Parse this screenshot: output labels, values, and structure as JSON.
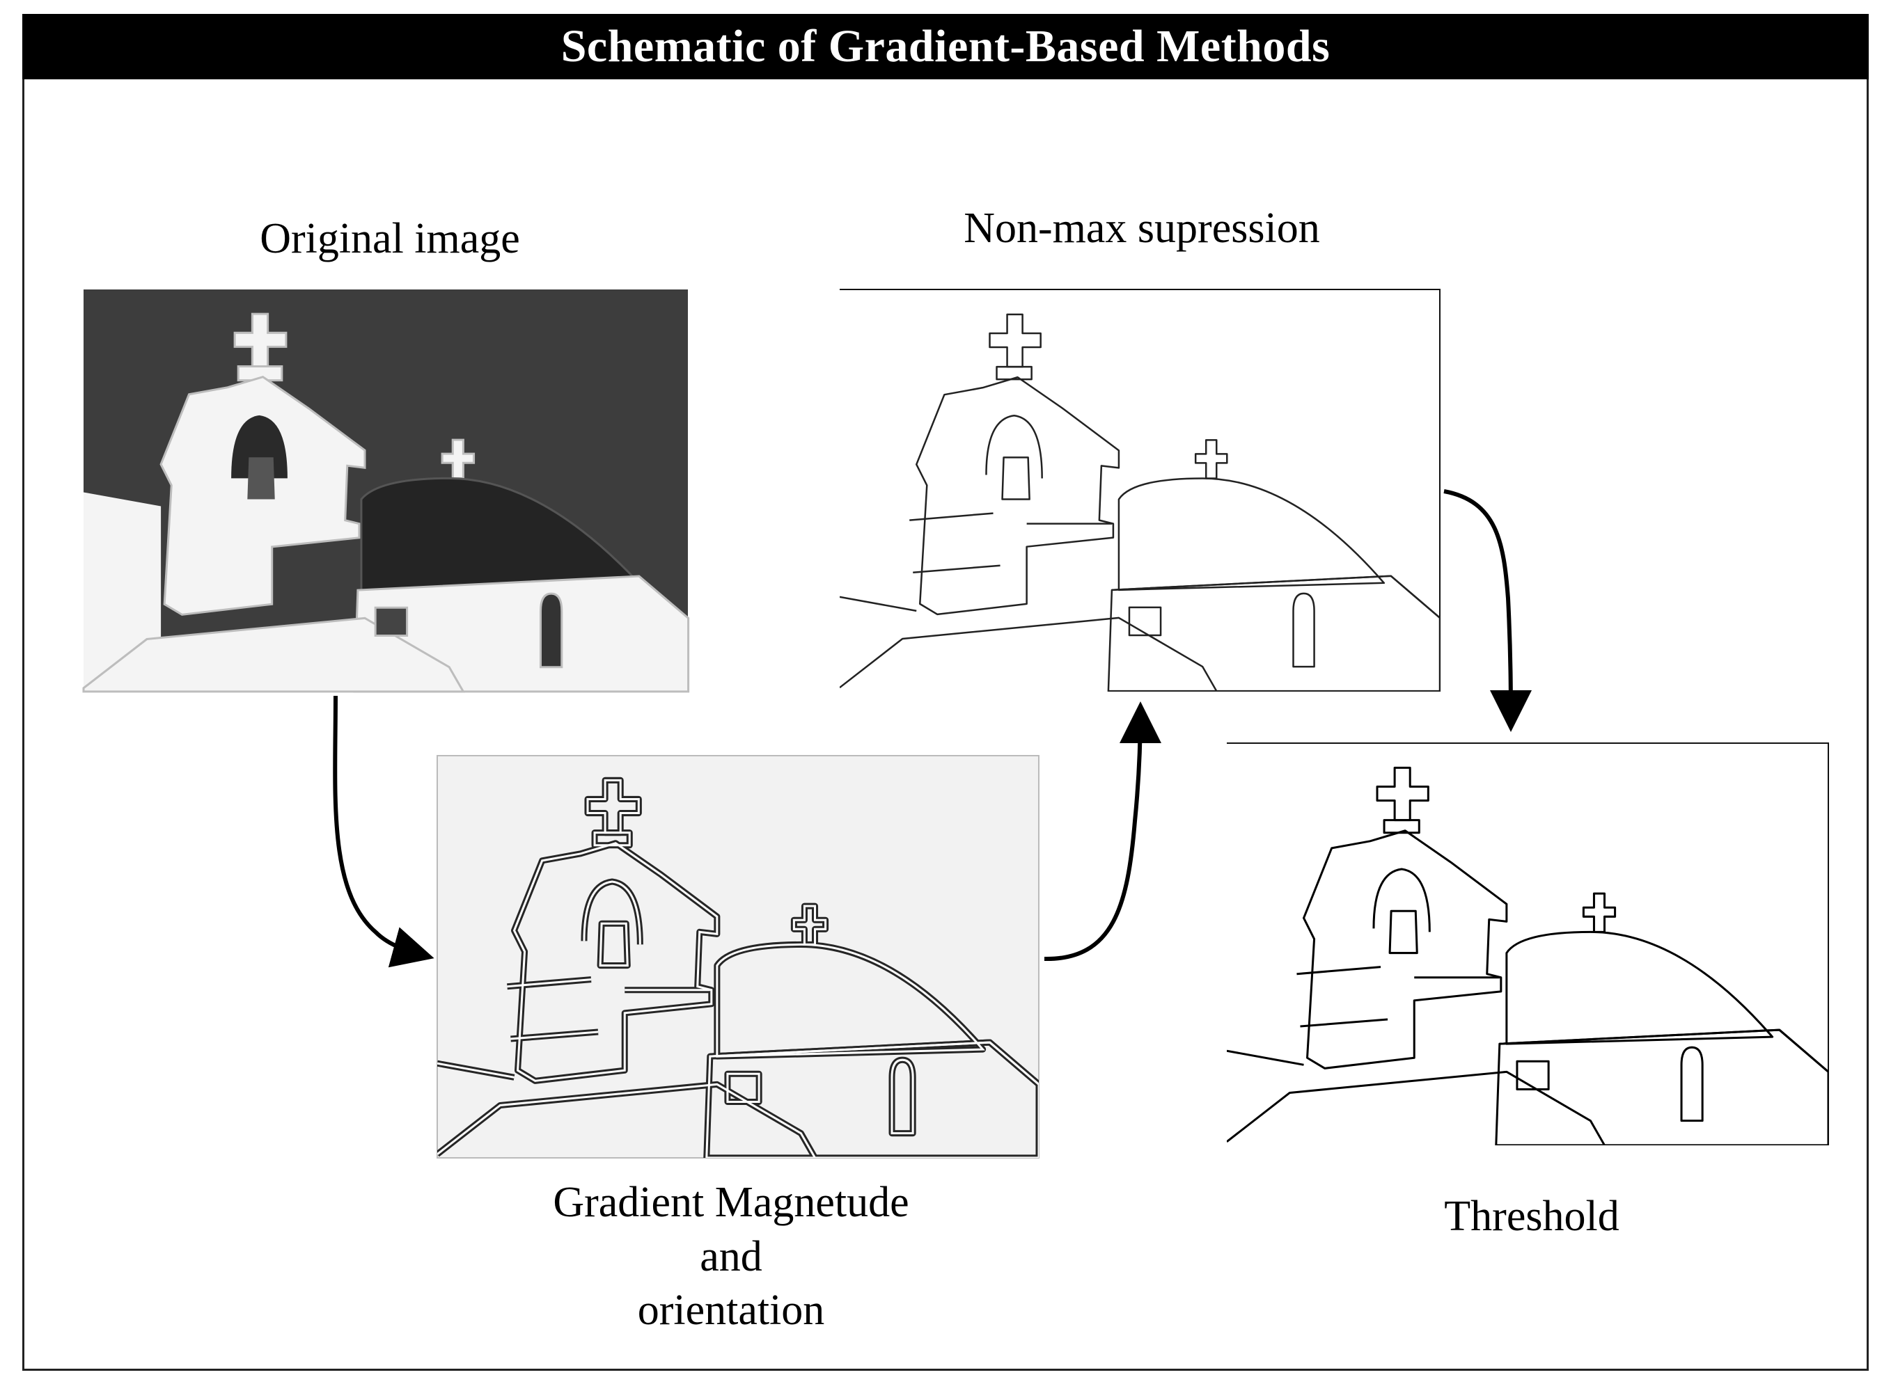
{
  "title": "Schematic of Gradient-Based Methods",
  "panels": {
    "original": {
      "label": "Original image"
    },
    "gradient": {
      "label_lines": [
        "Gradient Magnetude",
        "and",
        "orientation"
      ]
    },
    "nonmax": {
      "label": "Non-max supression"
    },
    "threshold": {
      "label": "Threshold"
    }
  },
  "colors": {
    "title_bg": "#000000",
    "title_text": "#ffffff",
    "sky": "#3a3a3a",
    "edge": "#111111"
  }
}
